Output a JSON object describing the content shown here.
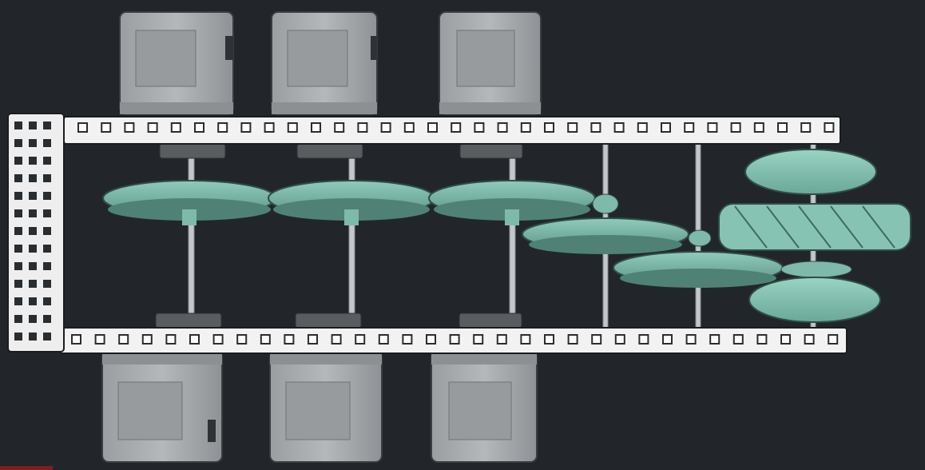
{
  "scene": {
    "colors": {
      "background": "#22262a",
      "motor_body": "#a9adb0",
      "motor_shade": "#8c9093",
      "motor_outline": "#3a3d40",
      "rail": "#f2f2f2",
      "rail_hole": "#2a2d30",
      "gear": "#7fb9a9",
      "gear_dark": "#4f8274",
      "gear_tooth": "#5e9a8a",
      "shaft": "#c4c7c9",
      "bearing": "#5a5d60",
      "wheel": "#86c3b2",
      "badge": "#7a1f1f"
    },
    "parts": {
      "motor_count_top": 3,
      "motor_count_bottom": 3,
      "large_gear_count": 3,
      "idler_gear_count": 2,
      "wheel_count": 1
    }
  }
}
